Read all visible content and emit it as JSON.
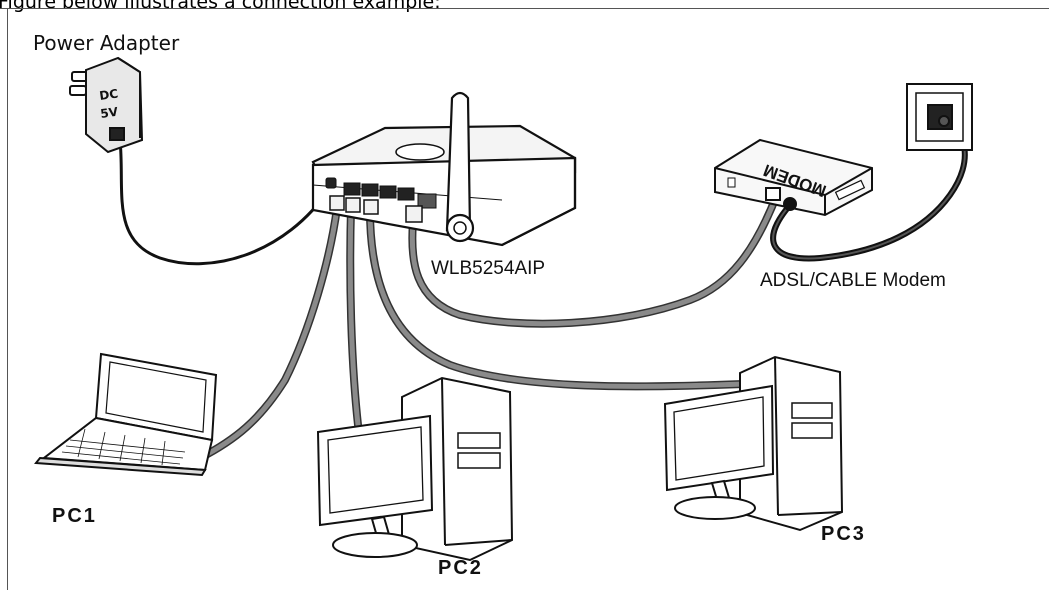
{
  "caption": "Figure below illustrates a connection example:",
  "labels": {
    "power_adapter": "Power Adapter",
    "router": "WLB5254AIP",
    "modem": "ADSL/CABLE Modem",
    "pc1": "PC1",
    "pc2": "PC2",
    "pc3": "PC3"
  },
  "device_text": {
    "adapter_line1": "DC",
    "adapter_line2": "5V",
    "modem_brand": "MODEM"
  },
  "colors": {
    "ethernet_cable": "#777777",
    "power_cable": "#111111",
    "outline": "#111111"
  }
}
